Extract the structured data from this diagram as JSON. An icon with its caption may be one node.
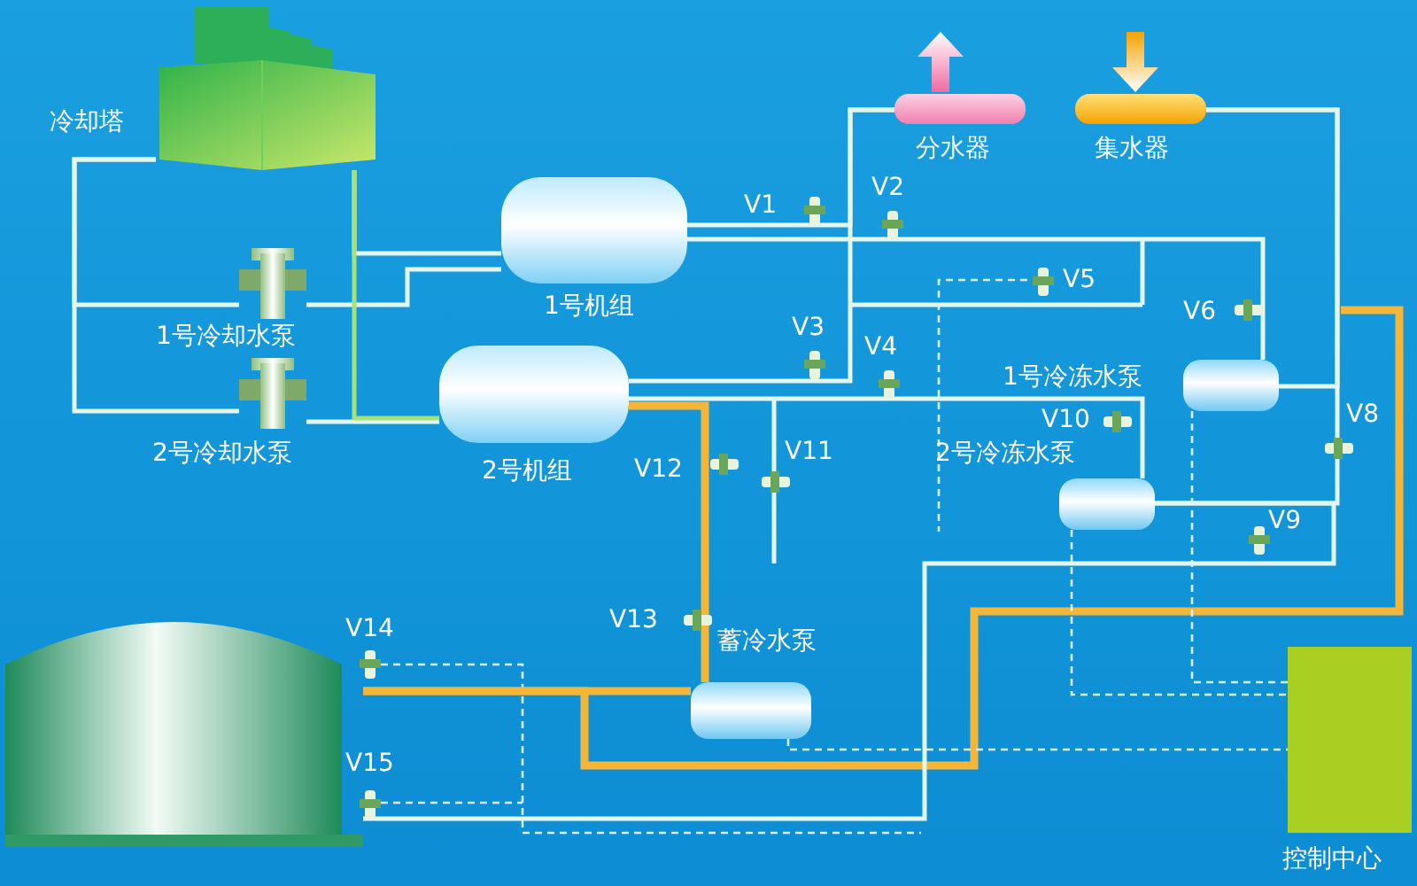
{
  "diagram": {
    "nodes": [
      {
        "text": [
          "冷却塔"
        ]
      },
      {
        "text": [
          "1号冷却水泵"
        ]
      },
      {
        "text": [
          "2号冷却水泵"
        ]
      },
      {
        "text": [
          "1号机组"
        ]
      },
      {
        "text": [
          "2号机组"
        ]
      },
      {
        "text": [
          "分水器"
        ]
      },
      {
        "text": [
          "集水器"
        ]
      },
      {
        "text": [
          "1号冷冻水泵"
        ]
      },
      {
        "text": [
          "2号冷冻水泵"
        ]
      },
      {
        "text": [
          "蓄冷水泵"
        ]
      },
      {
        "text": [],
        "shape": "cylinder"
      },
      {
        "text": [
          "控制中心"
        ]
      }
    ],
    "edges": [
      {
        "from": 0,
        "to": 1,
        "arrow": "none"
      },
      {
        "from": 0,
        "to": 2,
        "arrow": "none"
      },
      {
        "from": 1,
        "to": 3,
        "arrow": "none"
      },
      {
        "from": 2,
        "to": 4,
        "arrow": "none"
      },
      {
        "from": 0,
        "to": 3,
        "arrow": "none"
      },
      {
        "from": 0,
        "to": 4,
        "arrow": "none",
        "color": "#a6e27a"
      },
      {
        "from": 3,
        "to": 5,
        "arrow": "none"
      },
      {
        "from": 4,
        "to": 5,
        "arrow": "none"
      },
      {
        "from": 3,
        "to": 7,
        "arrow": "none"
      },
      {
        "from": 4,
        "to": 8,
        "arrow": "none"
      },
      {
        "from": 6,
        "to": 7,
        "arrow": "none"
      },
      {
        "from": 6,
        "to": 8,
        "arrow": "none"
      },
      {
        "from": 4,
        "to": 9,
        "arrow": "none",
        "style": "thick",
        "color": "#f4b638"
      },
      {
        "from": 10,
        "to": 9,
        "arrow": "none",
        "style": "thick",
        "color": "#f4b638"
      },
      {
        "from": 10,
        "to": null,
        "arrow": "none",
        "style": "thick",
        "color": "#f4b638"
      },
      {
        "from": 10,
        "to": 8,
        "arrow": "none"
      },
      {
        "from": 8,
        "to": 11,
        "arrow": "none",
        "style": "dashed"
      },
      {
        "from": 7,
        "to": 11,
        "arrow": "none",
        "style": "dashed"
      },
      {
        "from": 9,
        "to": 11,
        "arrow": "none",
        "style": "dashed"
      }
    ],
    "labels": [
      "V2",
      "V1",
      "V5",
      "V6",
      "V3",
      "V4",
      "V10",
      "V8",
      "V12",
      "V11",
      "V9",
      "V13",
      "V14",
      "V15"
    ]
  }
}
